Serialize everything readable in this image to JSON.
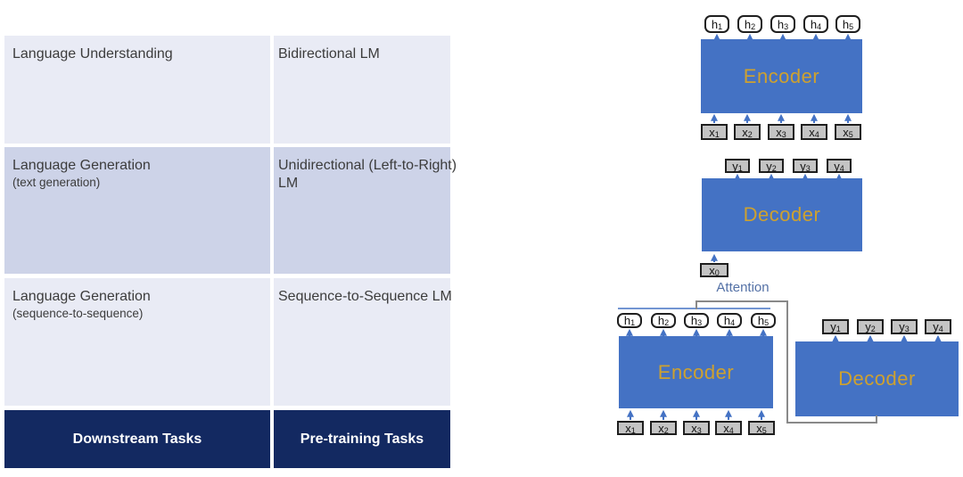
{
  "table": {
    "rows": [
      {
        "left": [
          "Language Understanding",
          ""
        ],
        "right": [
          "Bidirectional LM",
          ""
        ]
      },
      {
        "left": [
          "Language Generation",
          "(text generation)"
        ],
        "right": [
          "Unidirectional (Left-to-Right)",
          "LM"
        ]
      },
      {
        "left": [
          "Language Generation",
          "(sequence-to-sequence)"
        ],
        "right": [
          "Sequence-to-Sequence LM",
          ""
        ]
      }
    ],
    "header": {
      "left": "Downstream Tasks",
      "right": "Pre-training Tasks"
    }
  },
  "colors": {
    "row_light": "#E9EBF5",
    "row_dark": "#CDD3E8",
    "header_navy": "#132961",
    "block_blue": "#4472C4",
    "label_gold": "#CEA12F",
    "token_gray": "#C4C4C4",
    "arrow_blue": "#4472C4",
    "connector_gray": "#898989",
    "attention_text": "#5471A6"
  },
  "diagrams": {
    "bidirectional": {
      "block_label": "Encoder",
      "outputs": [
        {
          "t": "h",
          "s": "1"
        },
        {
          "t": "h",
          "s": "2"
        },
        {
          "t": "h",
          "s": "3"
        },
        {
          "t": "h",
          "s": "4"
        },
        {
          "t": "h",
          "s": "5"
        }
      ],
      "inputs": [
        {
          "t": "x",
          "s": "1"
        },
        {
          "t": "x",
          "s": "2"
        },
        {
          "t": "x",
          "s": "3"
        },
        {
          "t": "x",
          "s": "4"
        },
        {
          "t": "x",
          "s": "5"
        }
      ]
    },
    "unidirectional": {
      "block_label": "Decoder",
      "outputs": [
        {
          "t": "y",
          "s": "1"
        },
        {
          "t": "y",
          "s": "2"
        },
        {
          "t": "y",
          "s": "3"
        },
        {
          "t": "y",
          "s": "4"
        }
      ],
      "inputs": [
        {
          "t": "x",
          "s": "0"
        }
      ]
    },
    "seq2seq": {
      "attention_label": "Attention",
      "encoder_label": "Encoder",
      "decoder_label": "Decoder",
      "encoder_outputs": [
        {
          "t": "h",
          "s": "1"
        },
        {
          "t": "h",
          "s": "2"
        },
        {
          "t": "h",
          "s": "3"
        },
        {
          "t": "h",
          "s": "4"
        },
        {
          "t": "h",
          "s": "5"
        }
      ],
      "encoder_inputs": [
        {
          "t": "x",
          "s": "1"
        },
        {
          "t": "x",
          "s": "2"
        },
        {
          "t": "x",
          "s": "3"
        },
        {
          "t": "x",
          "s": "4"
        },
        {
          "t": "x",
          "s": "5"
        }
      ],
      "decoder_outputs": [
        {
          "t": "y",
          "s": "1"
        },
        {
          "t": "y",
          "s": "2"
        },
        {
          "t": "y",
          "s": "3"
        },
        {
          "t": "y",
          "s": "4"
        }
      ]
    }
  }
}
